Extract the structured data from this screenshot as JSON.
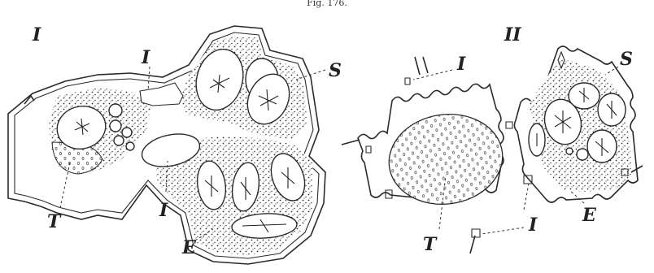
{
  "caption": "Fig. 176.",
  "panels": [
    {
      "numeral": "I",
      "labels": {
        "I_top": "I",
        "I_bottom": "I",
        "S": "S",
        "T": "T",
        "E": "E"
      }
    },
    {
      "numeral": "II",
      "labels": {
        "I_top": "I",
        "I_bottom": "I",
        "S": "S",
        "T": "T",
        "E": "E"
      }
    }
  ]
}
